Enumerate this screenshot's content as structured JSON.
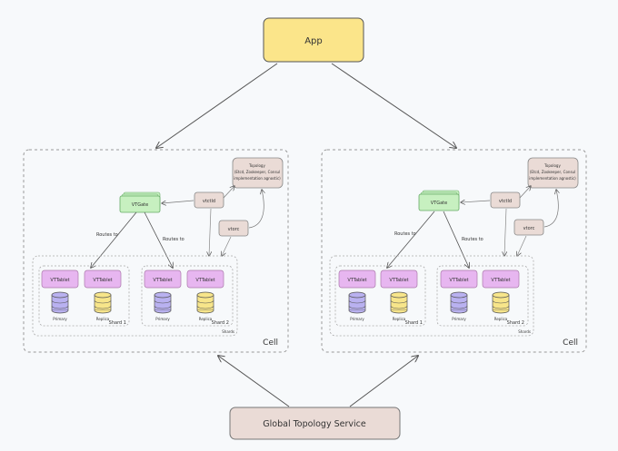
{
  "app": {
    "label": "App"
  },
  "global": {
    "label": "Global Topology Service"
  },
  "cells": [
    {
      "cell_label": "Cell",
      "shards_label": "Shards",
      "vtgate": "VTGate",
      "vtctld": "vtctld",
      "vtorc": "vtorc",
      "topology": [
        "Topology",
        "(Etcd, Zookeeper, Consul",
        "implementation agnostic)"
      ],
      "routes_left": "Routes to",
      "routes_right": "Routes to",
      "shards": [
        {
          "vttablet_a": "VTTablet",
          "vttablet_b": "VTTablet",
          "primary": "Primary",
          "replica": "Replica",
          "name": "Shard 1"
        },
        {
          "vttablet_a": "VTTablet",
          "vttablet_b": "VTTablet",
          "primary": "Primary",
          "replica": "Replica",
          "name": "Shard 2"
        }
      ]
    },
    {
      "cell_label": "Cell",
      "shards_label": "Shards",
      "vtgate": "VTGate",
      "vtctld": "vtctld",
      "vtorc": "vtorc",
      "topology": [
        "Topology",
        "(Etcd, Zookeeper, Consul",
        "implementation agnostic)"
      ],
      "routes_left": "Routes to",
      "routes_right": "Routes to",
      "shards": [
        {
          "vttablet_a": "VTTablet",
          "vttablet_b": "VTTablet",
          "primary": "Primary",
          "replica": "Replica",
          "name": "Shard 1"
        },
        {
          "vttablet_a": "VTTablet",
          "vttablet_b": "VTTablet",
          "primary": "Primary",
          "replica": "Replica",
          "name": "Shard 2"
        }
      ]
    }
  ],
  "colors": {
    "app_fill": "#fbe58a",
    "global_fill": "#eadbd6",
    "vtgate_fill": "#c7f0c0",
    "vttablet_fill": "#e7b6f0",
    "primary_db": "#b9b1f0",
    "replica_db": "#f7e58a",
    "infra_fill": "#eadbd6",
    "stroke": "#555555"
  }
}
